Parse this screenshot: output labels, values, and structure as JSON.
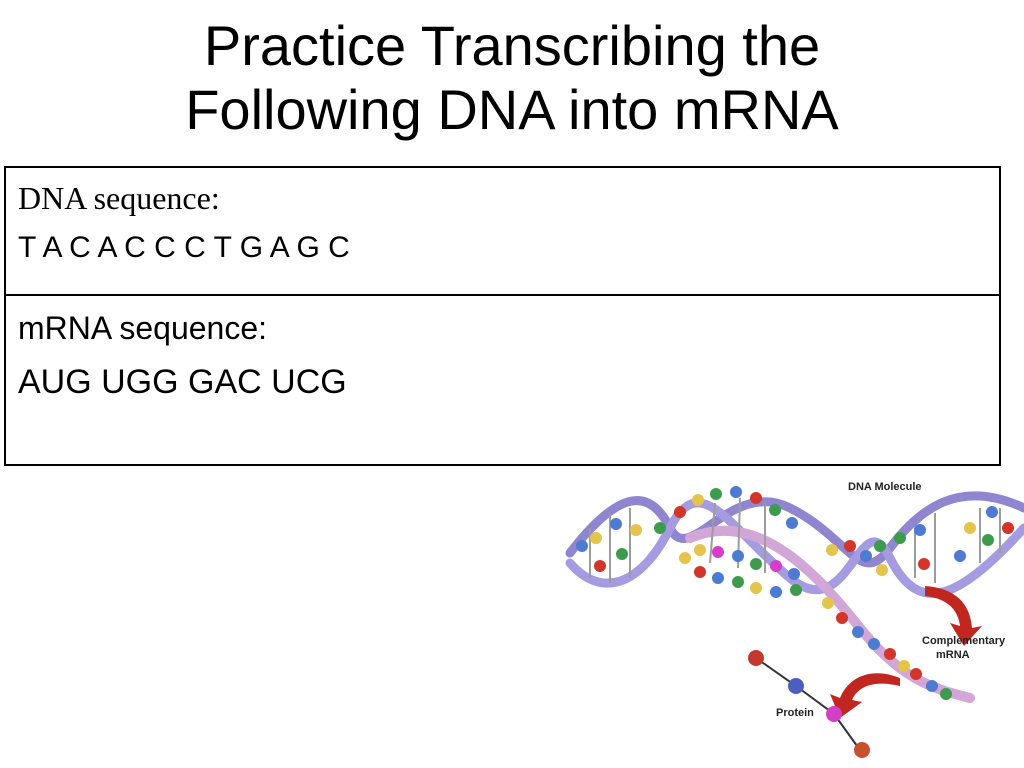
{
  "slide": {
    "title_line1": "Practice Transcribing the",
    "title_line2": "Following DNA into mRNA"
  },
  "table": {
    "dna_label": "DNA sequence:",
    "dna_sequence": "T A C A C C C T G A G C",
    "mrna_label": "mRNA sequence:",
    "mrna_sequence": "AUG UGG GAC UCG"
  },
  "illustration": {
    "label_dna_molecule": "DNA Molecule",
    "label_complementary": "Complementary",
    "label_mrna": "mRNA",
    "label_protein": "Protein",
    "colors": {
      "backbone": "#8f86cf",
      "mrna_strand": "#d2a6d6",
      "arrow": "#c2271f",
      "base_A": "#4c7bd1",
      "base_T": "#3d9b4e",
      "base_C": "#e4c44c",
      "base_G": "#d3352b",
      "base_U": "#d53fc8"
    }
  }
}
